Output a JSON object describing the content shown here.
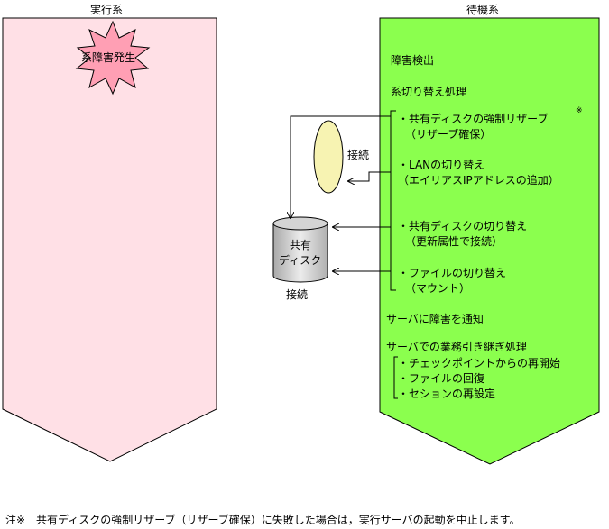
{
  "active_label": "実行系",
  "standby_label": "待機系",
  "failure_label": "系障害発生",
  "steps": {
    "detect": "障害検出",
    "switch": "系切り替え処理",
    "reserve": "・共有ディスクの強制リザーブ",
    "reserve_mark": "※",
    "reserve_sub": "（リザーブ確保）",
    "lan": "・LANの切り替え",
    "lan_sub": "（エイリアスIPアドレスの追加）",
    "disk": "・共有ディスクの切り替え",
    "disk_sub": "（更新属性で接続）",
    "file": "・ファイルの切り替え",
    "file_sub": "（マウント）",
    "notify": "サーバに障害を通知",
    "takeover": "サーバでの業務引き継ぎ処理",
    "checkpoint": "・チェックポイントからの再開始",
    "recovery": "・ファイルの回復",
    "session": "・セションの再設定"
  },
  "lan_connect_label": "接続",
  "disk_label_line1": "共有",
  "disk_label_line2": "ディスク",
  "disk_connect_label": "接続",
  "footnote": "注※　共有ディスクの強制リザーブ（リザーブ確保）に失敗した場合は，実行サーバの起動を中止します。",
  "colors": {
    "active_fill": "#ffe0e6",
    "standby_fill": "#8bff4e",
    "star_fill": "#ff9fb4",
    "lan_fill": "#f7f3b2",
    "disk_fill": "#d4d4d4"
  }
}
